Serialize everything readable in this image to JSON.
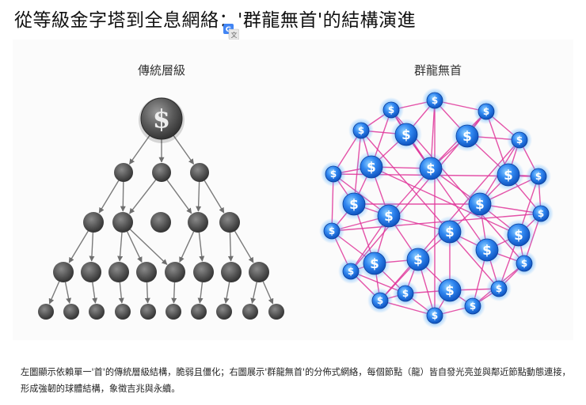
{
  "page": {
    "title": "從等級金字塔到全息網絡：'群龍無首'的結構演進",
    "translate_icon": "google-translate-icon"
  },
  "diagram": {
    "left_heading": "傳統層級",
    "right_heading": "群龍無首",
    "node_symbol": "$",
    "colors": {
      "hierarchy_node": "#555555",
      "hierarchy_edge": "#7a7a7a",
      "network_node": "#1e6fe0",
      "network_glow": "#3fa0ff",
      "network_edge": "#e0359a"
    }
  },
  "caption": {
    "text": "左圖顯示依賴單一'首'的傳統層級結構，脆弱且僵化；右圖展示'群龍無首'的分佈式網絡，每個節點（龍）皆自發光亮並與鄰近節點動態連接，形成強韌的球體結構，象徵吉兆與永續。"
  }
}
